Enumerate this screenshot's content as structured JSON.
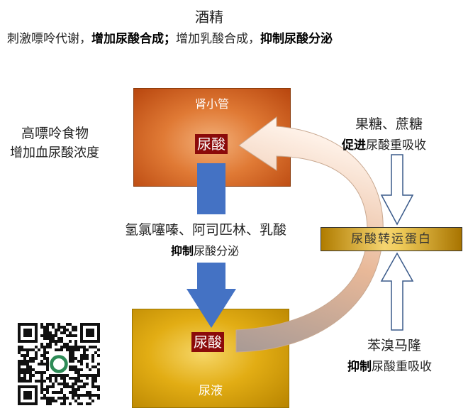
{
  "top": {
    "title": "酒精",
    "line_a": "刺激嘌呤代谢，",
    "line_b": "增加尿酸合成；",
    "line_c": "增加乳酸合成，",
    "line_d": "抑制尿酸分泌"
  },
  "left": {
    "food": "高嘌呤食物",
    "effect": "增加血尿酸浓度"
  },
  "kidney": {
    "label": "肾小管",
    "uric": "尿酸"
  },
  "drugs": {
    "names": "氢氯噻嗪、阿司匹林、乳酸",
    "bold": "抑制",
    "rest": "尿酸分泌"
  },
  "urine": {
    "label": "尿液",
    "uric": "尿酸"
  },
  "transporter": {
    "label": "尿酸转运蛋白"
  },
  "sugar": {
    "names": "果糖、蔗糖",
    "bold": "促进",
    "rest": "尿酸重吸收"
  },
  "benz": {
    "name": "苯溴马隆",
    "bold": "抑制",
    "rest": "尿酸重吸收"
  },
  "colors": {
    "blue": "#4472c4",
    "uric_bg": "#8b0a0a"
  }
}
